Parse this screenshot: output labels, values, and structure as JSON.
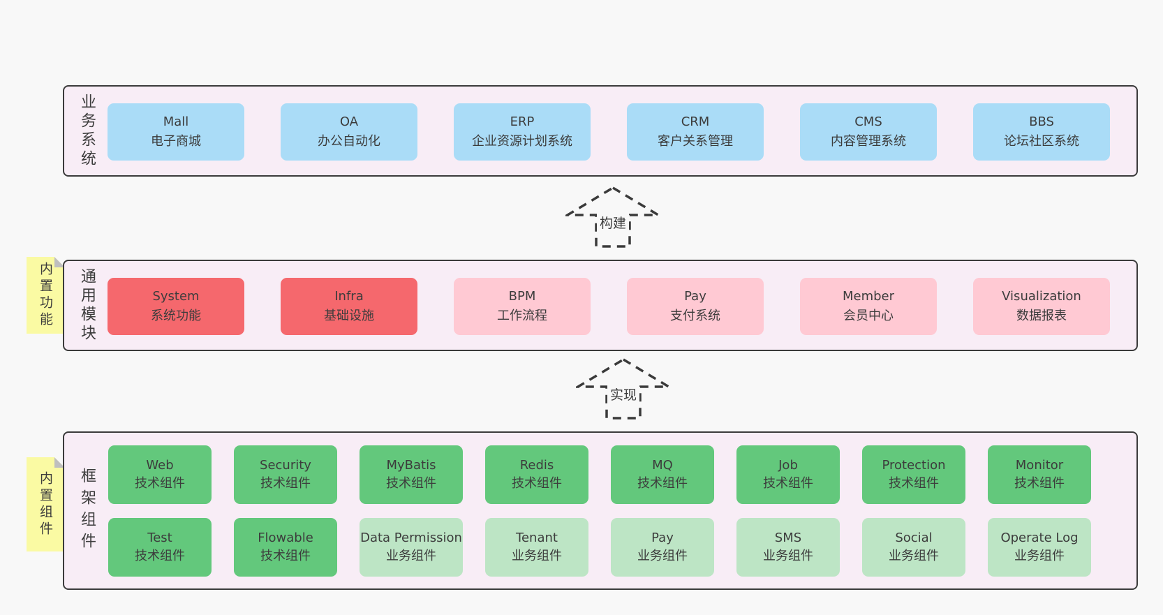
{
  "colors": {
    "page-bg": "#f8f8f8",
    "panel-bg": "#f8edf6",
    "panel-border": "#3b3b3b",
    "text": "#3c3c3c",
    "arrow": "#3a3a3a",
    "blue": "#aadcf7",
    "red": "#f5686d",
    "pink": "#ffc9d3",
    "green": "#63c87c",
    "green-light": "#bde5c5",
    "yellow": "#fafaa3",
    "fold": "#bfbfbf"
  },
  "sections": {
    "business": {
      "label": "业务系统",
      "items": [
        {
          "title": "Mall",
          "subtitle": "电子商城"
        },
        {
          "title": "OA",
          "subtitle": "办公自动化"
        },
        {
          "title": "ERP",
          "subtitle": "企业资源计划系统"
        },
        {
          "title": "CRM",
          "subtitle": "客户关系管理"
        },
        {
          "title": "CMS",
          "subtitle": "内容管理系统"
        },
        {
          "title": "BBS",
          "subtitle": "论坛社区系统"
        }
      ]
    },
    "modules": {
      "label": "通用模块",
      "note": "内置功能",
      "items": [
        {
          "title": "System",
          "subtitle": "系统功能"
        },
        {
          "title": "Infra",
          "subtitle": "基础设施"
        },
        {
          "title": "BPM",
          "subtitle": "工作流程"
        },
        {
          "title": "Pay",
          "subtitle": "支付系统"
        },
        {
          "title": "Member",
          "subtitle": "会员中心"
        },
        {
          "title": "Visualization",
          "subtitle": "数据报表"
        }
      ]
    },
    "components": {
      "label": "框架组件",
      "note": "内置组件",
      "row1": [
        {
          "title": "Web",
          "subtitle": "技术组件"
        },
        {
          "title": "Security",
          "subtitle": "技术组件"
        },
        {
          "title": "MyBatis",
          "subtitle": "技术组件"
        },
        {
          "title": "Redis",
          "subtitle": "技术组件"
        },
        {
          "title": "MQ",
          "subtitle": "技术组件"
        },
        {
          "title": "Job",
          "subtitle": "技术组件"
        },
        {
          "title": "Protection",
          "subtitle": "技术组件"
        },
        {
          "title": "Monitor",
          "subtitle": "技术组件"
        }
      ],
      "row2": [
        {
          "title": "Test",
          "subtitle": "技术组件"
        },
        {
          "title": "Flowable",
          "subtitle": "技术组件"
        },
        {
          "title": "Data Permission",
          "subtitle": "业务组件"
        },
        {
          "title": "Tenant",
          "subtitle": "业务组件"
        },
        {
          "title": "Pay",
          "subtitle": "业务组件"
        },
        {
          "title": "SMS",
          "subtitle": "业务组件"
        },
        {
          "title": "Social",
          "subtitle": "业务组件"
        },
        {
          "title": "Operate Log",
          "subtitle": "业务组件"
        }
      ]
    }
  },
  "arrows": [
    {
      "label": "构建"
    },
    {
      "label": "实现"
    }
  ]
}
